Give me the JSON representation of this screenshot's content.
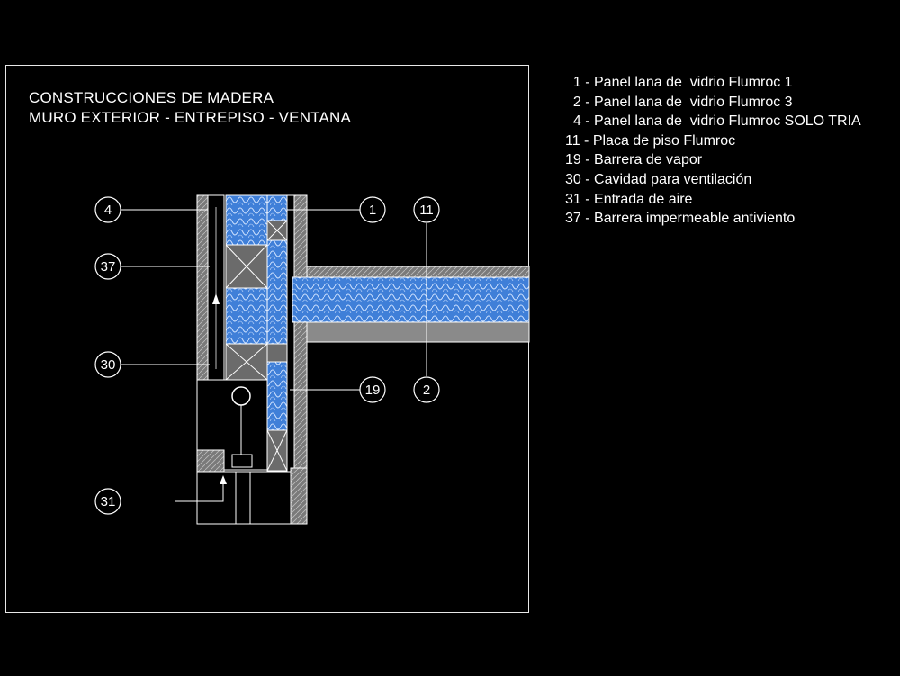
{
  "drawing": {
    "title_line1": "CONSTRUCCIONES DE MADERA",
    "title_line2": "MURO EXTERIOR - ENTREPISO - VENTANA"
  },
  "callouts": {
    "c4": "4",
    "c37": "37",
    "c30": "30",
    "c31": "31",
    "c1": "1",
    "c11": "11",
    "c19": "19",
    "c2": "2"
  },
  "legend": {
    "items": [
      "  1 - Panel lana de  vidrio Flumroc 1",
      "  2 - Panel lana de  vidrio Flumroc 3",
      "  4 - Panel lana de  vidrio Flumroc SOLO TRIA",
      "11 - Placa de piso Flumroc",
      "19 - Barrera de vapor",
      "30 - Cavidad para ventilación",
      "31 - Entrada de aire",
      "37 - Barrera impermeable antiviento"
    ]
  },
  "colors": {
    "background": "#000000",
    "line": "#ffffff",
    "insulation": "#4a90e2",
    "section_fill": "#808080"
  }
}
